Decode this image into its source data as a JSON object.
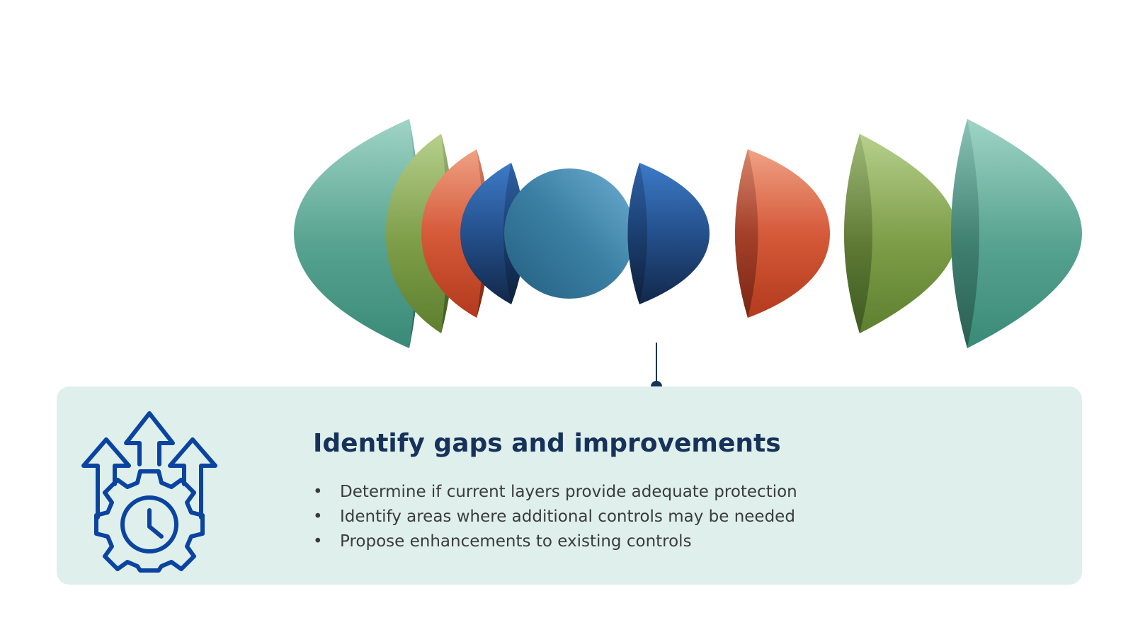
{
  "panel": {
    "title": "Identify gaps and improvements",
    "bullets": [
      "Determine if current layers provide adequate protection",
      "Identify areas where additional controls may be needed",
      "Propose enhancements to existing controls"
    ],
    "bullet_glyph": "•",
    "icon": "gear-clock-arrows-icon"
  },
  "colors": {
    "teal": "#4f9c89",
    "green": "#7a9a45",
    "orange": "#c9482a",
    "navy": "#1f4f8f",
    "core": "#3a7fa3",
    "panel_bg": "#dff0ec",
    "title": "#17325a",
    "icon": "#0b44a0"
  }
}
